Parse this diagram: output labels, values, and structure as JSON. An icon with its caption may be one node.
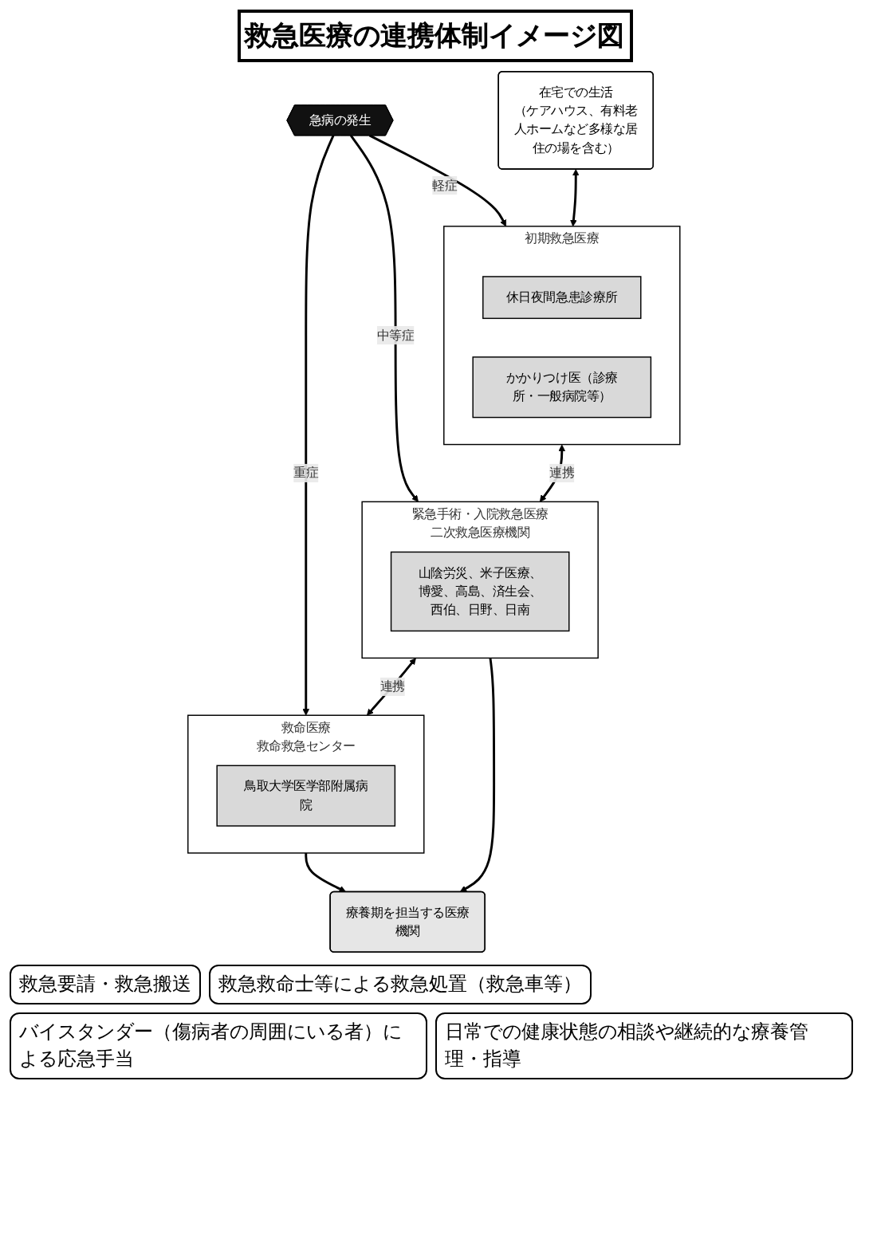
{
  "diagram": {
    "title": "救急医療の連携体制イメージ図",
    "nodes": [
      {
        "text": [
          "救命医療",
          "救命救急センター"
        ]
      },
      {
        "text": [
          "鳥取大学医学部附属病院"
        ],
        "in": 0
      },
      {
        "text": [
          "緊急手術・入院救急医療",
          "二次救急医療機関"
        ]
      },
      {
        "text": [
          "山陰労災、米子医療、博愛、高島、済生会、西伯、日野、日南"
        ],
        "in": 2
      },
      {
        "text": [
          "初期救急医療"
        ]
      },
      {
        "text": [
          "休日夜間急患診療所"
        ],
        "in": 4
      },
      {
        "text": [
          "かかりつけ医（診療所・一般病院等）"
        ],
        "in": 4
      },
      {
        "text": [
          "療養期を担当する医療機関"
        ]
      },
      {
        "text": [
          "在宅での生活",
          "（ケアハウス、有料老人ホームなど多様な居住の場を含む）"
        ]
      },
      {
        "text": [
          "急病の発生"
        ]
      }
    ],
    "edges": [
      {
        "from": 9,
        "to": 0,
        "arrow": "to",
        "label": "重症"
      },
      {
        "from": 9,
        "to": 2,
        "arrow": "to",
        "label": "中等症"
      },
      {
        "from": 9,
        "to": 4,
        "arrow": "to",
        "label": "軽症"
      },
      {
        "from": 2,
        "to": 0,
        "arrow": "both",
        "label": "連携"
      },
      {
        "from": 4,
        "to": 2,
        "arrow": "both",
        "label": "連携"
      },
      {
        "from": 0,
        "to": 7,
        "arrow": "to"
      },
      {
        "from": 2,
        "to": 7,
        "arrow": "to"
      },
      {
        "from": 8,
        "to": 4,
        "arrow": "both"
      }
    ],
    "labels": [
      "救急要請・救急搬送",
      "救急救命士等による救急処置（救急車等）",
      "バイスタンダー（傷病者の周囲にいる者）による応急手当",
      "日常での健康状態の相談や継続的な療養管理・指導"
    ]
  }
}
